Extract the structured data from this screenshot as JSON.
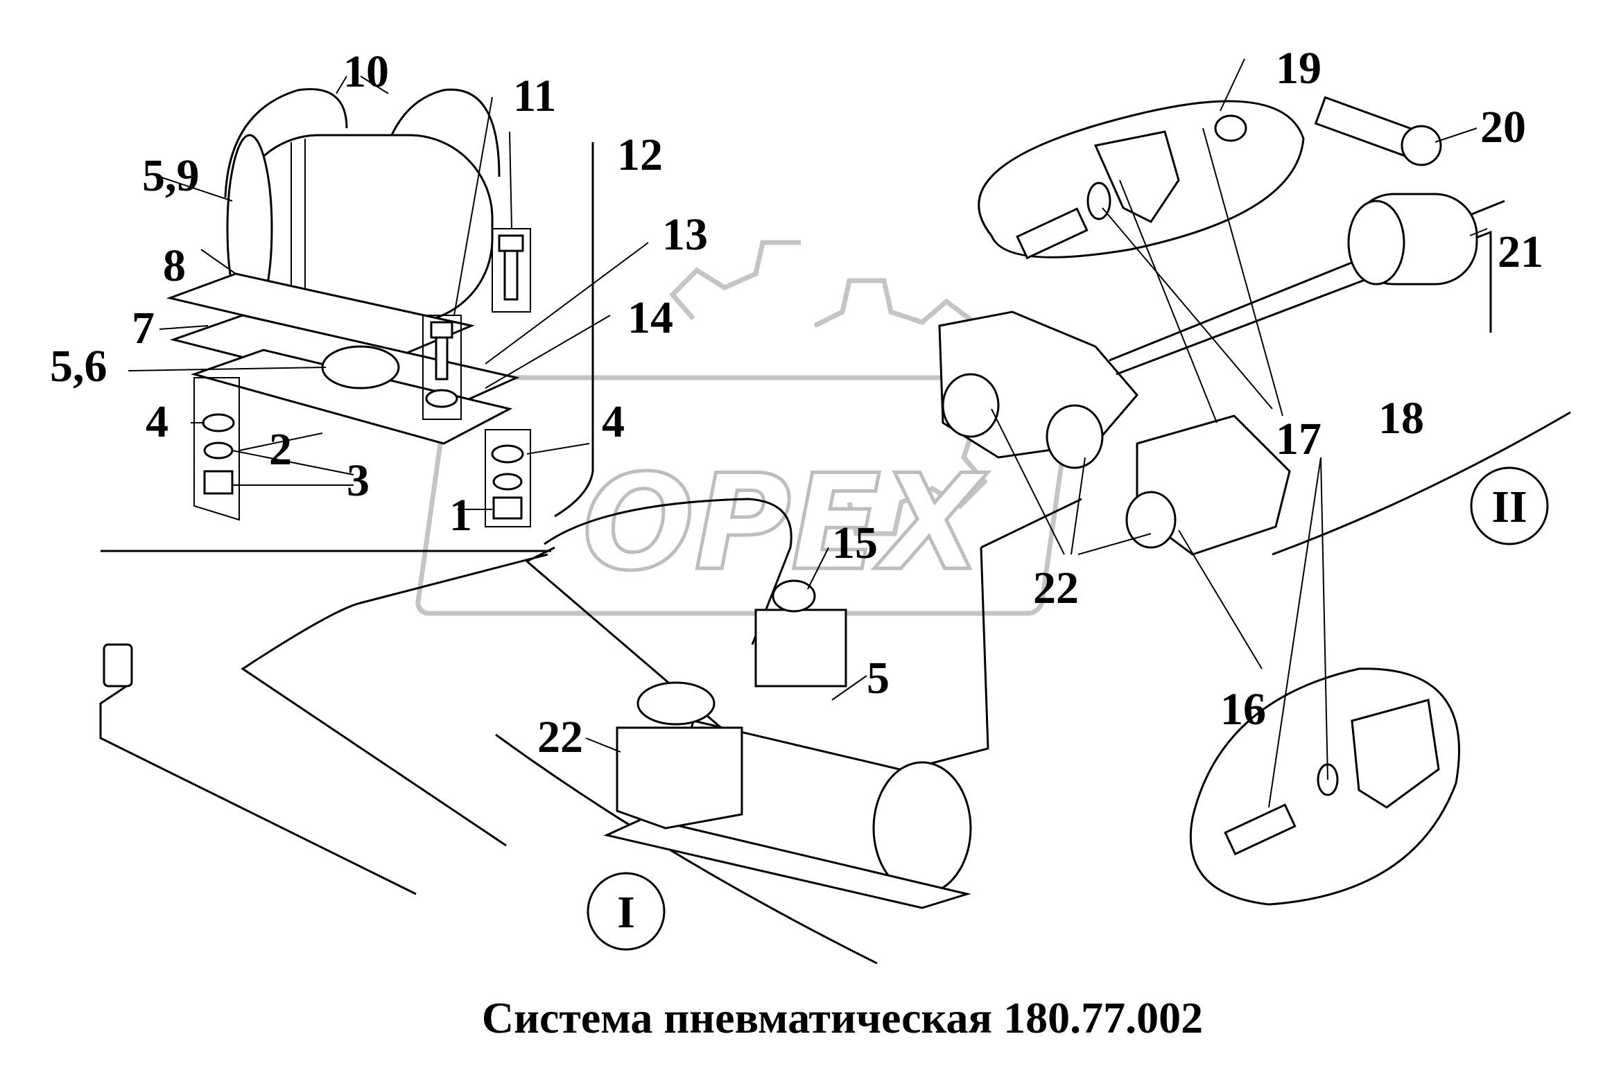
{
  "watermark": "OPEX",
  "caption": "Система пневматическая 180.77.002",
  "labels": {
    "l1": "1",
    "l2": "2",
    "l3": "3",
    "l4a": "4",
    "l4b": "4",
    "l5": "5",
    "l5_6": "5,6",
    "l5_9": "5,9",
    "l7": "7",
    "l8": "8",
    "l10": "10",
    "l11": "11",
    "l12": "12",
    "l13": "13",
    "l14": "14",
    "l15": "15",
    "l16": "16",
    "l17": "17",
    "l18": "18",
    "l19": "19",
    "l20": "20",
    "l21": "21",
    "l22a": "22",
    "l22b": "22"
  },
  "views": {
    "view1": "I",
    "view2": "II"
  }
}
